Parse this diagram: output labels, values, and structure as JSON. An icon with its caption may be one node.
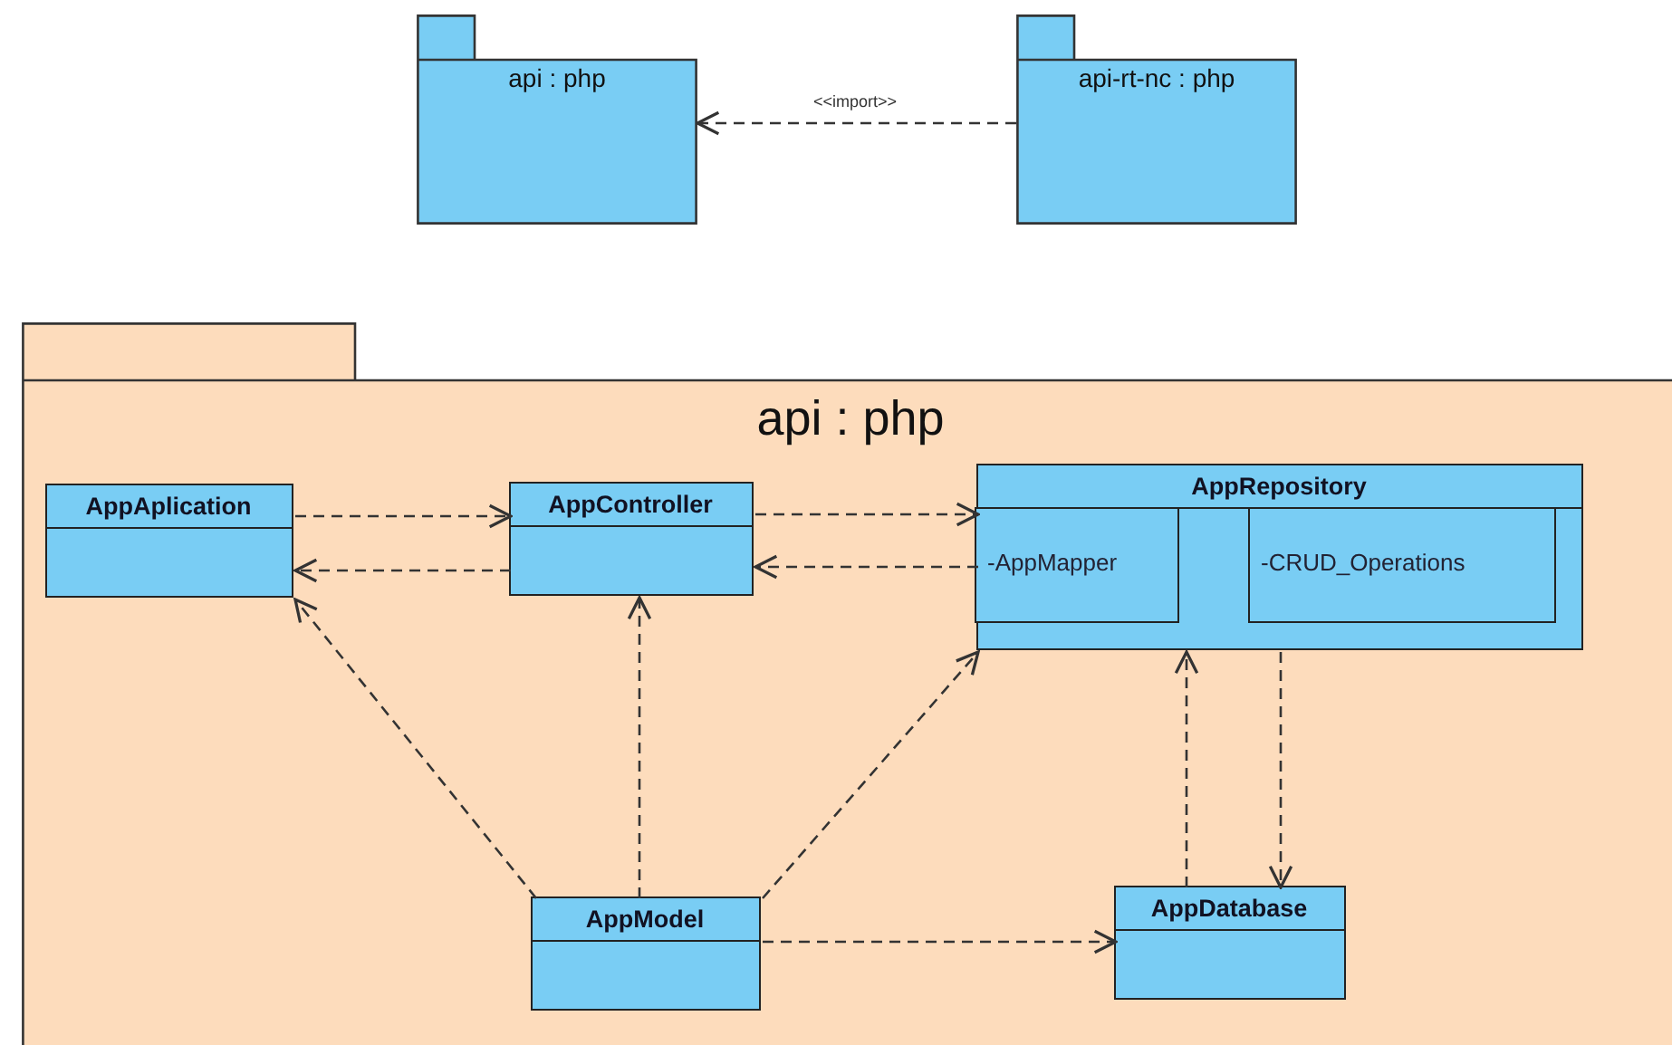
{
  "diagram": {
    "nodes": [
      {
        "text": [
          "api : php"
        ]
      },
      {
        "text": [
          "api-rt-nc : php"
        ]
      },
      {
        "text": [
          "api : php"
        ]
      },
      {
        "text": [
          "AppAplication"
        ],
        "in": 2
      },
      {
        "text": [
          "AppController"
        ],
        "in": 2
      },
      {
        "text": [
          "AppRepository"
        ],
        "in": 2
      },
      {
        "text": [
          "-AppMapper"
        ],
        "in": 5
      },
      {
        "text": [
          "-CRUD_Operations"
        ],
        "in": 5
      },
      {
        "text": [
          "AppModel"
        ],
        "in": 2
      },
      {
        "text": [
          "AppDatabase"
        ],
        "in": 2
      }
    ],
    "edges": [
      {
        "from": 1,
        "to": 0,
        "arrow": "to",
        "label": "<<import>>",
        "style": "dashed"
      },
      {
        "from": 3,
        "to": 4,
        "arrow": "to",
        "style": "dashed"
      },
      {
        "from": 4,
        "to": 3,
        "arrow": "to",
        "style": "dashed"
      },
      {
        "from": 4,
        "to": 5,
        "arrow": "to",
        "style": "dashed"
      },
      {
        "from": 5,
        "to": 4,
        "arrow": "to",
        "style": "dashed"
      },
      {
        "from": 8,
        "to": 3,
        "arrow": "to",
        "style": "dashed"
      },
      {
        "from": 8,
        "to": 4,
        "arrow": "to",
        "style": "dashed"
      },
      {
        "from": 8,
        "to": 5,
        "arrow": "to",
        "style": "dashed"
      },
      {
        "from": 8,
        "to": 9,
        "arrow": "to",
        "style": "dashed"
      },
      {
        "from": 9,
        "to": 5,
        "arrow": "to",
        "style": "dashed"
      },
      {
        "from": 5,
        "to": 9,
        "arrow": "to",
        "style": "dashed"
      }
    ]
  }
}
